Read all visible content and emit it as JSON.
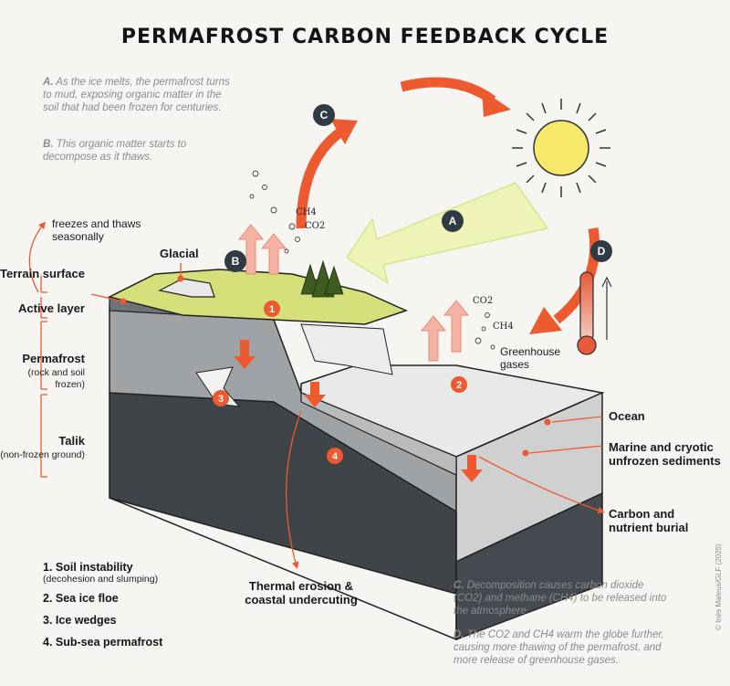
{
  "title": "PERMAFROST CARBON FEEDBACK CYCLE",
  "notes": {
    "a_letter": "A.",
    "a_text": "As the ice melts, the permafrost turns to mud, exposing organic matter in the soil that had been frozen for centuries.",
    "b_letter": "B.",
    "b_text": "This organic matter starts to decompose as it thaws.",
    "c_letter": "C.",
    "c_text": "Decomposition causes carbon dioxide (CO2) and methane (CH4) to be released into the atmosphere.",
    "d_letter": "D.",
    "d_text": "The CO2 and CH4 warm the globe further, causing more thawing of the permafrost, and more release of greenhouse gases."
  },
  "left_labels": {
    "seasonal": "freezes and thaws seasonally",
    "glacial": "Glacial",
    "terrain": "Terrain surface",
    "active": "Active layer",
    "permafrost": "Permafrost",
    "permafrost_sub": "(rock and soil frozen)",
    "talik": "Talik",
    "talik_sub": "(non-frozen ground)"
  },
  "right_labels": {
    "greenhouse": "Greenhouse gases",
    "ocean": "Ocean",
    "marine": "Marine and cryotic unfrozen sediments",
    "carbon": "Carbon and nutrient burial",
    "thermal": "Thermal erosion & coastal undercuting"
  },
  "gases": {
    "ch4": "CH4",
    "co2": "CO2"
  },
  "markers": {
    "letters": [
      "A",
      "B",
      "C",
      "D"
    ],
    "numbers": [
      "1",
      "2",
      "3",
      "4"
    ]
  },
  "legend": [
    {
      "label": "1. Soil instability",
      "sub": "(decohesion and slumping)"
    },
    {
      "label": "2. Sea ice floe",
      "sub": ""
    },
    {
      "label": "3. Ice wedges",
      "sub": ""
    },
    {
      "label": "4. Sub-sea permafrost",
      "sub": ""
    }
  ],
  "credit": "© Inès Mateus/GLF (2025)",
  "colors": {
    "accent_orange": "#ee5a2f",
    "dark_marker": "#2f3b45",
    "moss": "#d6e07a",
    "sun": "#f6e86a",
    "arrow_yellow": "#eef4b8"
  }
}
